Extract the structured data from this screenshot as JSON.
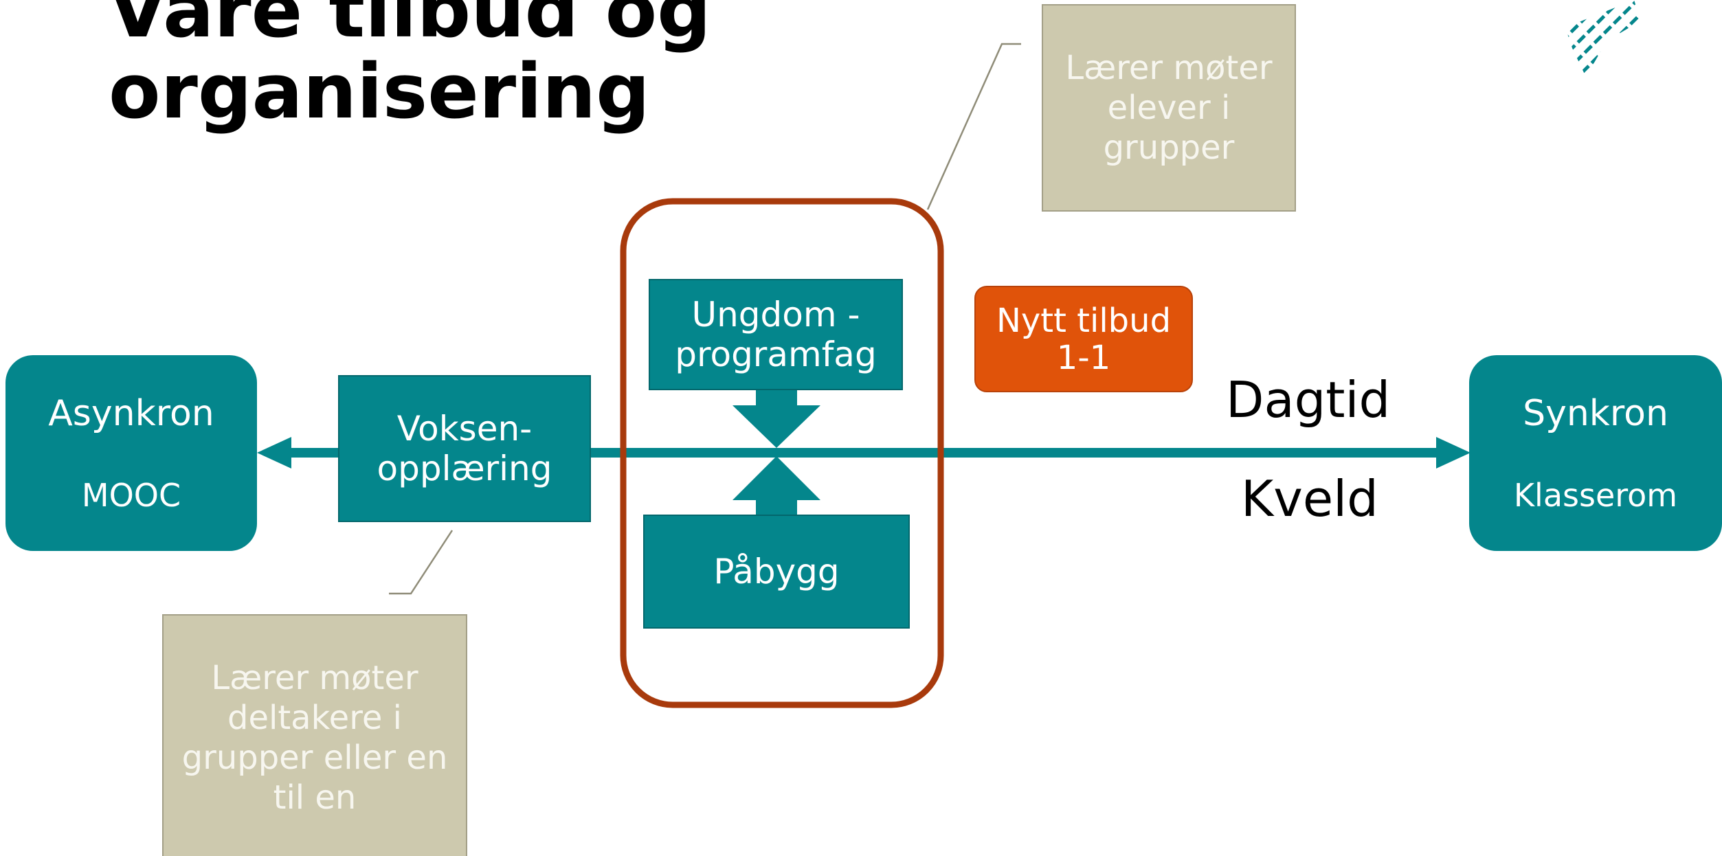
{
  "title": {
    "line1": "Våre tilbud og",
    "line2": "organisering"
  },
  "left_end": {
    "title": "Asynkron",
    "subtitle": "MOOC"
  },
  "right_end": {
    "title": "Synkron",
    "subtitle": "Klasserom"
  },
  "voksen": {
    "line1": "Voksen-",
    "line2": "opplæring"
  },
  "ungdom": {
    "line1": "Ungdom -",
    "line2": "programfag"
  },
  "pabygg": {
    "label": "Påbygg"
  },
  "nytt_tilbud": {
    "line1": "Nytt tilbud",
    "line2": "1-1"
  },
  "dagtid": "Dagtid",
  "kveld": "Kveld",
  "note_top": {
    "line1": "Lærer møter",
    "line2": "elever i",
    "line3": "grupper"
  },
  "note_bottom": {
    "line1": "Lærer møter",
    "line2": "deltakere i",
    "line3": "grupper eller en",
    "line4": "til en"
  },
  "colors": {
    "teal": "#04868c",
    "highlight_border": "#a83a0c",
    "new_offer": "#e0530a",
    "note": "#cdc9ae"
  },
  "icons": {
    "logo": "diagonal-stripes-logo-icon"
  }
}
